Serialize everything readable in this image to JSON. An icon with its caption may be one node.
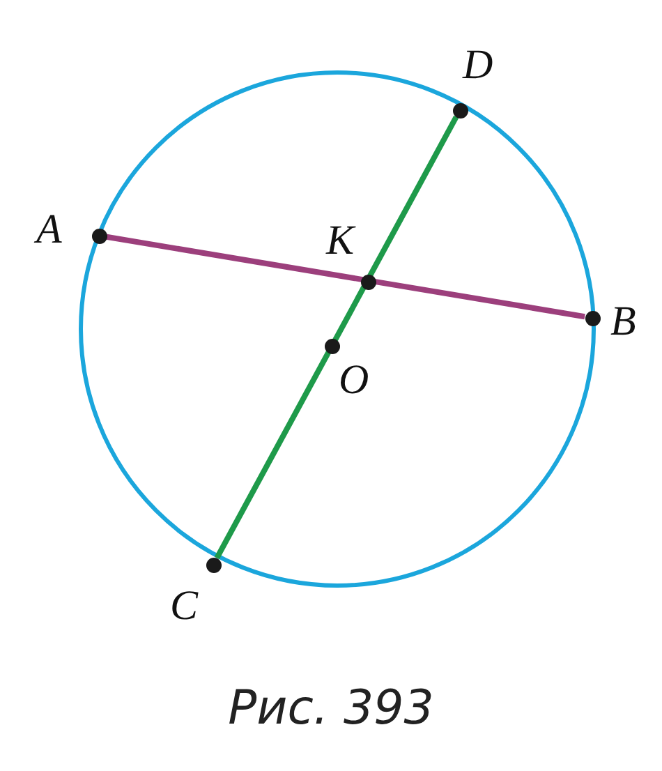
{
  "diagram": {
    "caption": "Рис. 393",
    "nodes": [
      {
        "text": [
          "A"
        ]
      },
      {
        "text": [
          "B"
        ]
      },
      {
        "text": [
          "C"
        ]
      },
      {
        "text": [
          "D"
        ]
      },
      {
        "text": [
          "K"
        ]
      },
      {
        "text": [
          "O"
        ]
      }
    ],
    "edges": [
      {
        "from": 0,
        "to": 1,
        "arrow": "none",
        "color": "#9c3f7c"
      },
      {
        "from": 3,
        "to": 2,
        "arrow": "none",
        "color": "#1e9a4a"
      }
    ]
  }
}
